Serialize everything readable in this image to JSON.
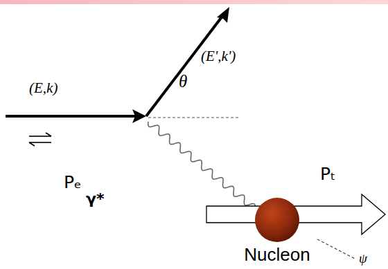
{
  "diagram": {
    "nodes": [
      {
        "text": [
          "Nucleon"
        ]
      }
    ],
    "labels": [
      "(E,k)",
      "(E',k')",
      "θ",
      "Pₑ",
      "γ*",
      "Pₜ",
      "ψ"
    ]
  }
}
